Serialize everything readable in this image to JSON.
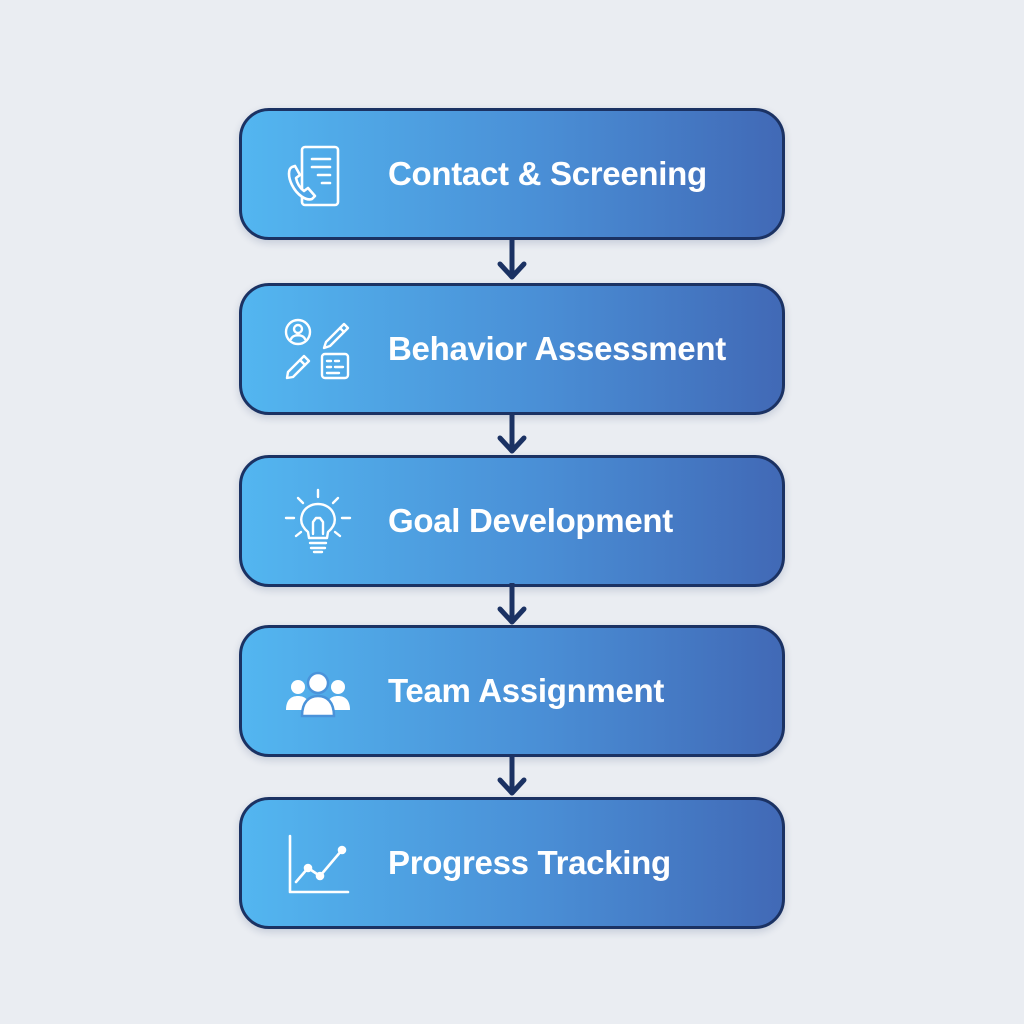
{
  "colors": {
    "background": "#eaedf2",
    "box_gradient_start": "#53b6f0",
    "box_gradient_end": "#4169b6",
    "box_border": "#1b3263",
    "arrow": "#1b3263",
    "text": "#ffffff"
  },
  "steps": [
    {
      "label": "Contact & Screening",
      "icon": "phone-document-icon"
    },
    {
      "label": "Behavior Assessment",
      "icon": "assessment-tools-icon"
    },
    {
      "label": "Goal Development",
      "icon": "lightbulb-icon"
    },
    {
      "label": "Team Assignment",
      "icon": "team-group-icon"
    },
    {
      "label": "Progress Tracking",
      "icon": "line-chart-icon"
    }
  ],
  "connectors": [
    {
      "from": "Contact & Screening",
      "to": "Behavior Assessment",
      "icon": "arrow-down-icon"
    },
    {
      "from": "Behavior Assessment",
      "to": "Goal Development",
      "icon": "arrow-down-icon"
    },
    {
      "from": "Goal Development",
      "to": "Team Assignment",
      "icon": "arrow-down-icon"
    },
    {
      "from": "Team Assignment",
      "to": "Progress Tracking",
      "icon": "arrow-down-icon"
    }
  ]
}
